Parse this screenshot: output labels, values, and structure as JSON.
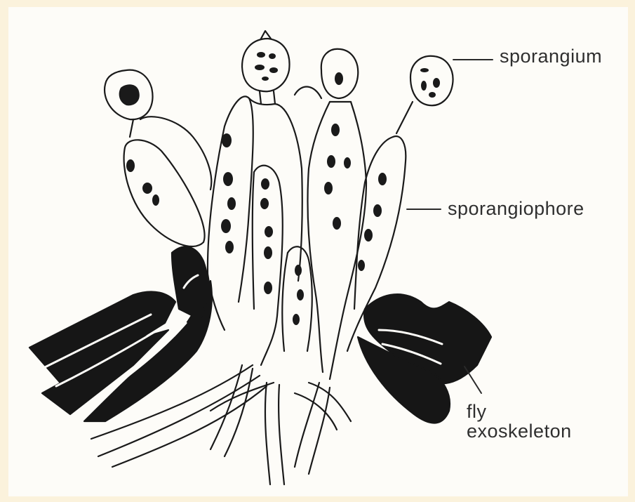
{
  "diagram": {
    "labels": {
      "sporangium": "sporangium",
      "sporangiophore": "sporangiophore",
      "fly_line1": "fly",
      "fly_line2": "exoskeleton"
    },
    "colors": {
      "background": "#fbf2dc",
      "panel": "#fdfcf8",
      "ink": "#1a1a1a",
      "label": "#2f2f2f"
    }
  }
}
